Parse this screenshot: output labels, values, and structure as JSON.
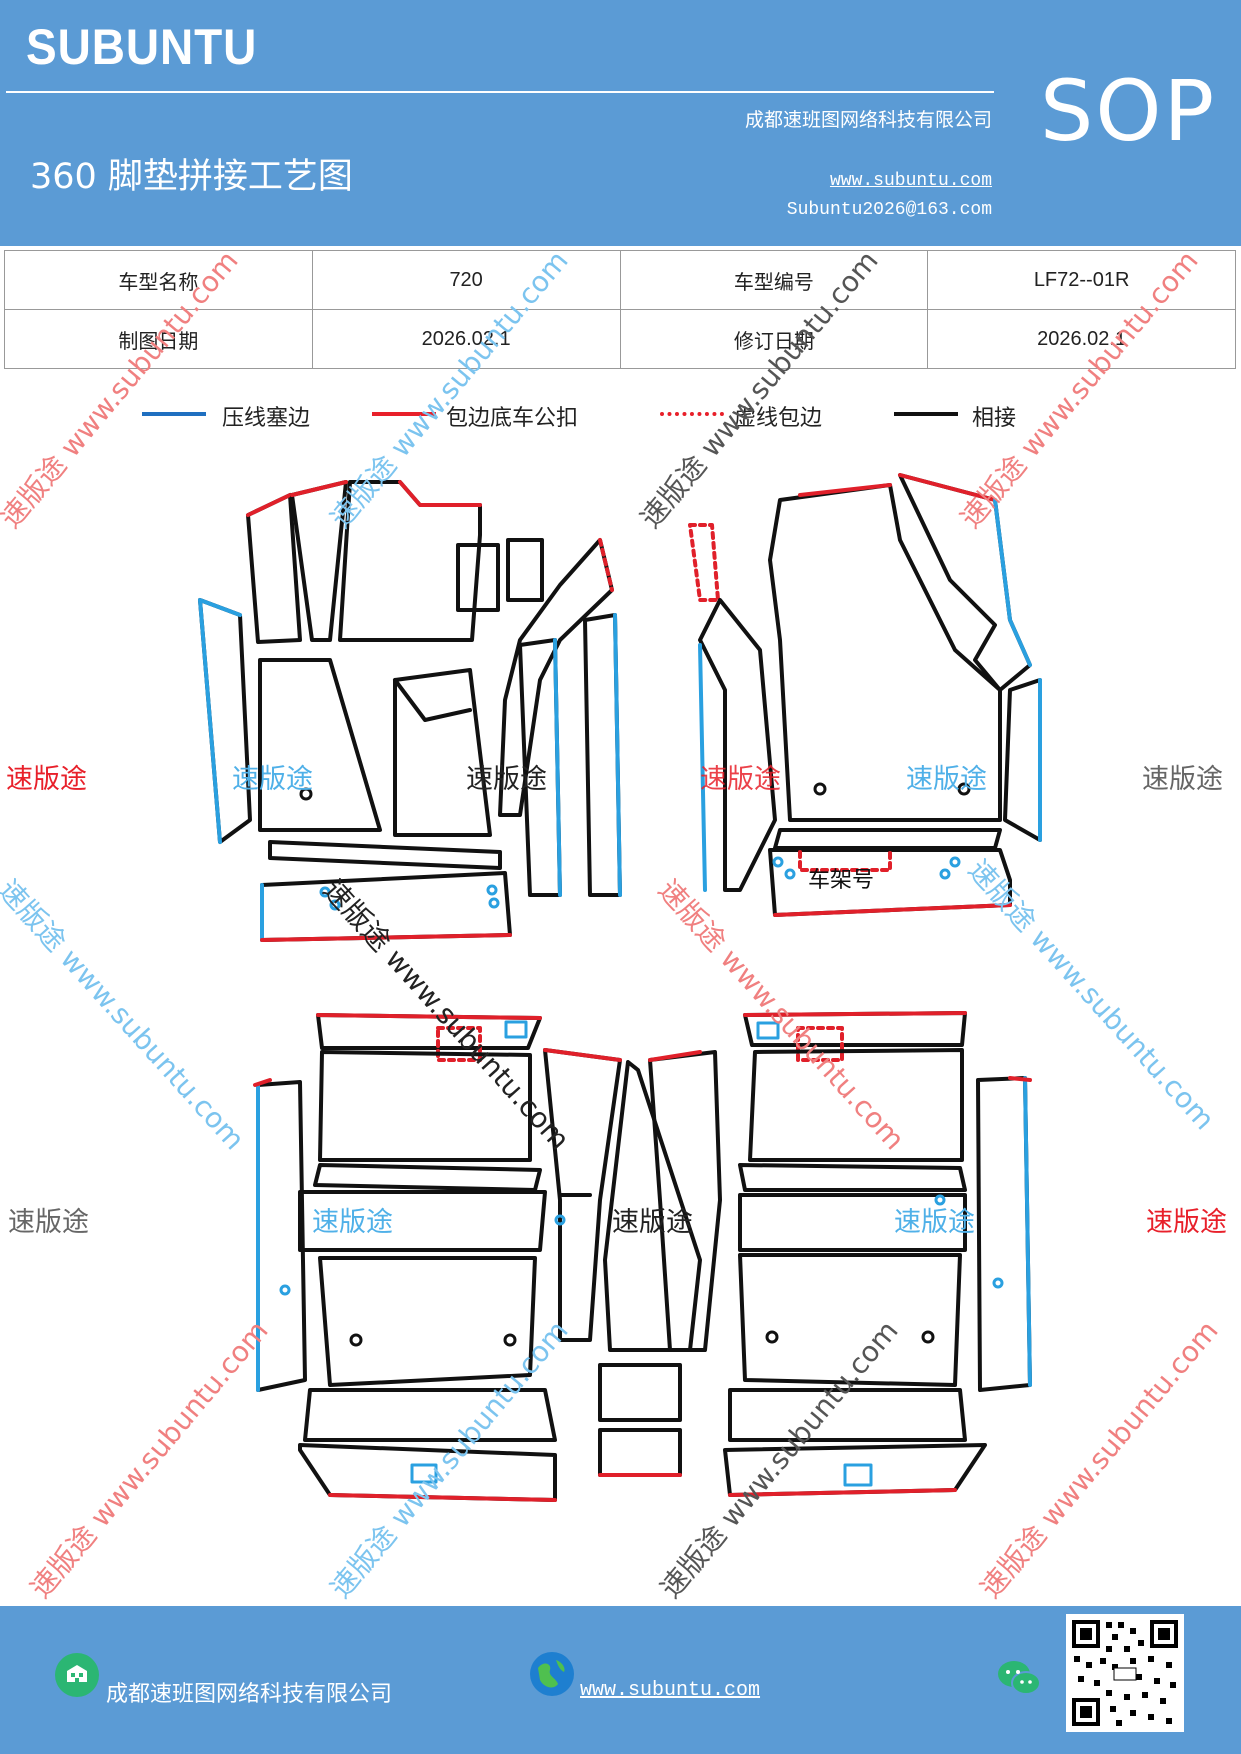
{
  "header": {
    "brand": "SUBUNTU",
    "company": "成都速班图网络科技有限公司",
    "title": "360 脚垫拼接工艺图",
    "url": "www.subuntu.com",
    "email": "Subuntu2026@163.com",
    "doc_type": "SOP"
  },
  "info_table": {
    "model_name_label": "车型名称",
    "model_name_value": "720",
    "model_code_label": "车型编号",
    "model_code_value": "LF72--01R",
    "draw_date_label": "制图日期",
    "draw_date_value": "2026.02.1",
    "revise_date_label": "修订日期",
    "revise_date_value": "2026.02.1"
  },
  "legend": [
    {
      "label": "压线塞边",
      "color": "#1f6fc0",
      "style": "solid"
    },
    {
      "label": "包边底车公扣",
      "color": "#e8202a",
      "style": "solid"
    },
    {
      "label": "虚线包边",
      "color": "#e8202a",
      "style": "dotted"
    },
    {
      "label": "相接",
      "color": "#111111",
      "style": "solid"
    }
  ],
  "diagram": {
    "frame_number_label": "车架号"
  },
  "watermarks": {
    "brand_cn": "速版途",
    "brand_diag": "速版途 www.subuntu.com"
  },
  "footer": {
    "company": "成都速班图网络科技有限公司",
    "url": "www.subuntu.com"
  },
  "colors": {
    "header_bg": "#5b9bd5",
    "blue_line": "#2aa0e0",
    "red_line": "#e0202a",
    "black_line": "#111111"
  }
}
